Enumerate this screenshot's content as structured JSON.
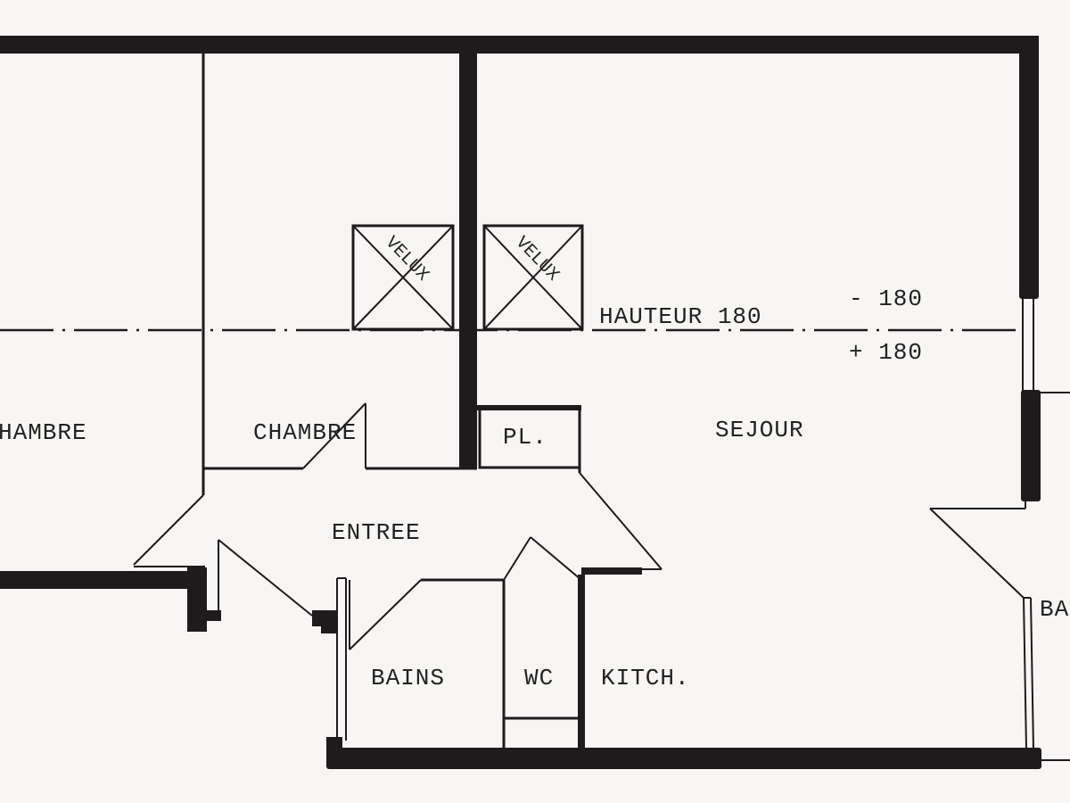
{
  "diagram": {
    "type": "floor-plan",
    "rooms": [
      {
        "id": "chambre-1",
        "label": "CHAMBRE",
        "visible_text": "HAMBRE"
      },
      {
        "id": "chambre-2",
        "label": "CHAMBRE"
      },
      {
        "id": "placard",
        "label": "PL."
      },
      {
        "id": "sejour",
        "label": "SEJOUR"
      },
      {
        "id": "entree",
        "label": "ENTREE"
      },
      {
        "id": "bains",
        "label": "BAINS"
      },
      {
        "id": "wc",
        "label": "WC"
      },
      {
        "id": "kitchenette",
        "label": "KITCH."
      },
      {
        "id": "balcon",
        "label": "BA"
      }
    ],
    "skylights": [
      {
        "label": "VELUX"
      },
      {
        "label": "VELUX"
      }
    ],
    "height_line": {
      "label": "HAUTEUR 180",
      "above": "- 180",
      "below": "+ 180"
    },
    "colors": {
      "background": "#f7f6f4",
      "ink": "#1e1b1c"
    }
  }
}
